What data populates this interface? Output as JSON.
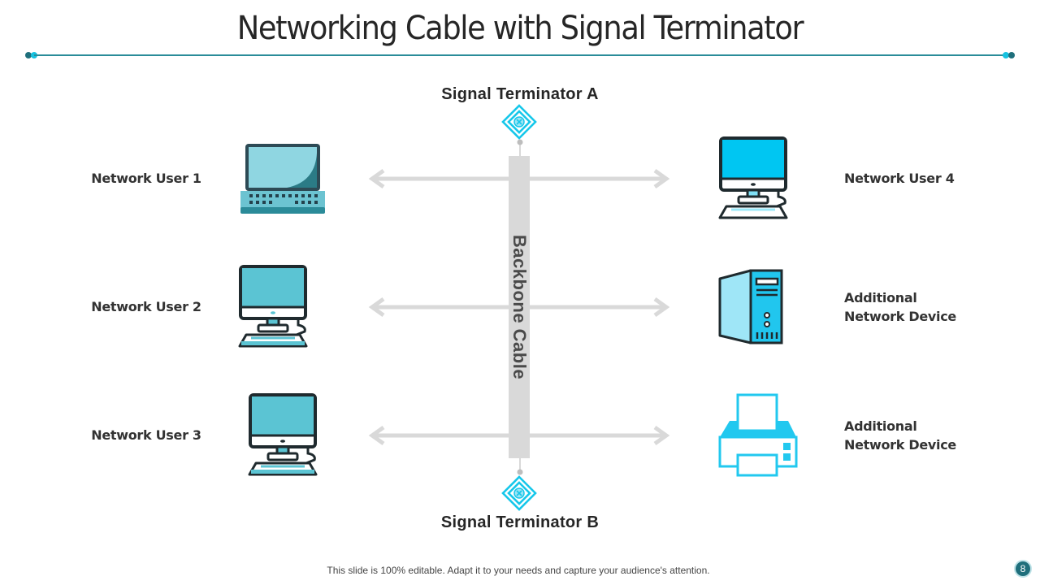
{
  "slide": {
    "title": "Networking Cable with Signal Terminator",
    "footer_text": "This slide is 100% editable. Adapt it to your needs and capture your audience's attention.",
    "page_number": "8",
    "colors": {
      "accent_dark": "#1f6f7c",
      "accent_cyan": "#00c2eb",
      "title_rule": "#2a8c99",
      "cable_gray": "#d9d9d9",
      "text_dark": "#262626"
    }
  },
  "diagram": {
    "backbone_label": "Backbone Cable",
    "terminator_top": {
      "label": "Signal Terminator A",
      "icon": "terminator-diamond-icon"
    },
    "terminator_bottom": {
      "label": "Signal Terminator B",
      "icon": "terminator-diamond-icon"
    },
    "left_nodes": [
      {
        "label": "Network User 1",
        "icon": "laptop-icon"
      },
      {
        "label": "Network User 2",
        "icon": "desktop-computer-icon"
      },
      {
        "label": "Network User 3",
        "icon": "desktop-computer-icon"
      }
    ],
    "right_nodes": [
      {
        "label_line1": "Network User 4",
        "label_line2": "",
        "icon": "desktop-computer-icon"
      },
      {
        "label_line1": "Additional",
        "label_line2": "Network Device",
        "icon": "server-tower-icon"
      },
      {
        "label_line1": "Additional",
        "label_line2": "Network Device",
        "icon": "printer-icon"
      }
    ],
    "connections": [
      {
        "row": 1,
        "type": "bidirectional-arrow"
      },
      {
        "row": 2,
        "type": "bidirectional-arrow"
      },
      {
        "row": 3,
        "type": "bidirectional-arrow"
      }
    ]
  }
}
